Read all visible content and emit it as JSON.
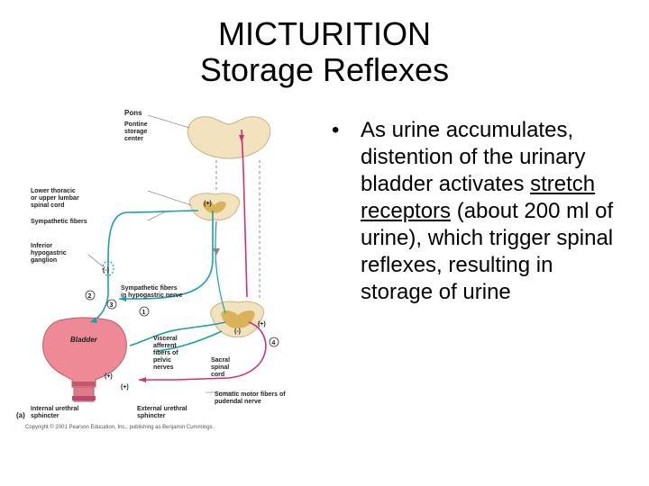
{
  "title": {
    "line1": "MICTURITION",
    "line2": "Storage Reflexes"
  },
  "bullet": {
    "marker": "•",
    "text_before": "As urine accumulates, distention of the urinary bladder activates ",
    "underlined": "stretch receptors",
    "text_after": " (about 200 ml of urine), which trigger spinal reflexes, resulting in storage of urine"
  },
  "figure": {
    "labels": {
      "pons": "Pons",
      "pontine_1": "Pontine",
      "pontine_2": "storage",
      "pontine_3": "center",
      "lower_1": "Lower thoracic",
      "lower_2": "or upper lumbar",
      "lower_3": "spinal cord",
      "symp_fibers": "Sympathetic fibers",
      "ihg_1": "Inferior",
      "ihg_2": "hypogastric",
      "ihg_3": "ganglion",
      "symp_hyp_1": "Sympathetic fibers",
      "symp_hyp_2": "in hypogastric nerve",
      "bladder": "Bladder",
      "visc_1": "Visceral",
      "visc_2": "afferent",
      "visc_3": "fibers of",
      "visc_4": "pelvic",
      "visc_5": "nerves",
      "sacral_1": "Sacral",
      "sacral_2": "spinal",
      "sacral_3": "cord",
      "somatic_1": "Somatic motor fibers of",
      "somatic_2": "pudendal nerve",
      "ius_1": "Internal urethral",
      "ius_2": "sphincter",
      "eus_1": "External urethral",
      "eus_2": "sphincter",
      "panel": "(a)",
      "copyright": "Copyright © 2001 Pearson Education, Inc., publishing as Benjamin Cummings.",
      "n1": "1",
      "n2": "2",
      "n3": "3",
      "n4": "4",
      "plus_a": "(+)",
      "plus_b": "(+)",
      "plus_c": "(+)",
      "plus_d": "(+)",
      "minus_a": "(-)",
      "minus_b": "(-)"
    },
    "colors": {
      "sympathetic": "#1aa0a8",
      "somatic": "#d0307a",
      "bladder_fill": "#ee8a96",
      "cord_fill": "#f2e2bd",
      "grey_matter": "#d9b25a"
    }
  }
}
